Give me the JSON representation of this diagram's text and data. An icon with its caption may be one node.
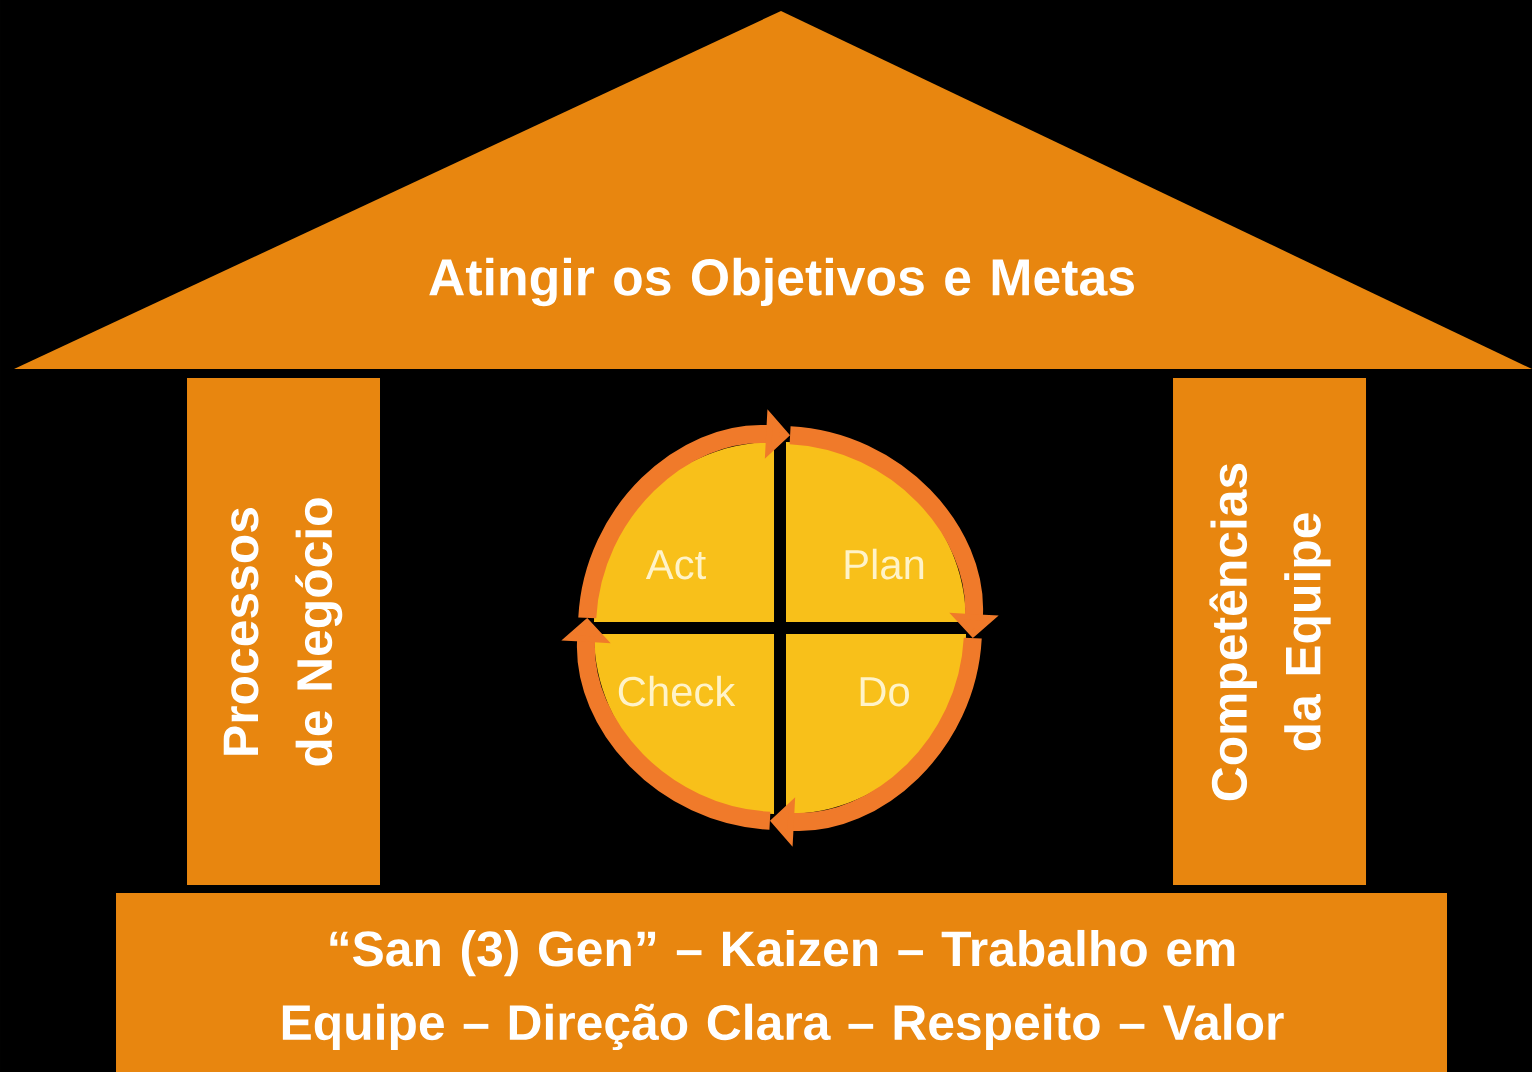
{
  "diagram": {
    "nodes": [
      {
        "text": [
          "Atingir os Objetivos e Metas"
        ]
      },
      {
        "text": [
          "Processos de Negócio"
        ]
      },
      {
        "text": [
          "Competências da Equipe"
        ]
      },
      {
        "text": [
          "“San (3) Gen” – Kaizen – Trabalho em Equipe – Direção Clara – Respeito – Valor"
        ]
      },
      {
        "text": [
          "Act"
        ]
      },
      {
        "text": [
          "Plan"
        ]
      },
      {
        "text": [
          "Check"
        ]
      },
      {
        "text": [
          "Do"
        ]
      }
    ],
    "edges": [
      {
        "from": 4,
        "to": 5,
        "arrow": "to"
      },
      {
        "from": 5,
        "to": 7,
        "arrow": "to"
      },
      {
        "from": 7,
        "to": 6,
        "arrow": "to"
      },
      {
        "from": 6,
        "to": 4,
        "arrow": "to"
      }
    ]
  }
}
